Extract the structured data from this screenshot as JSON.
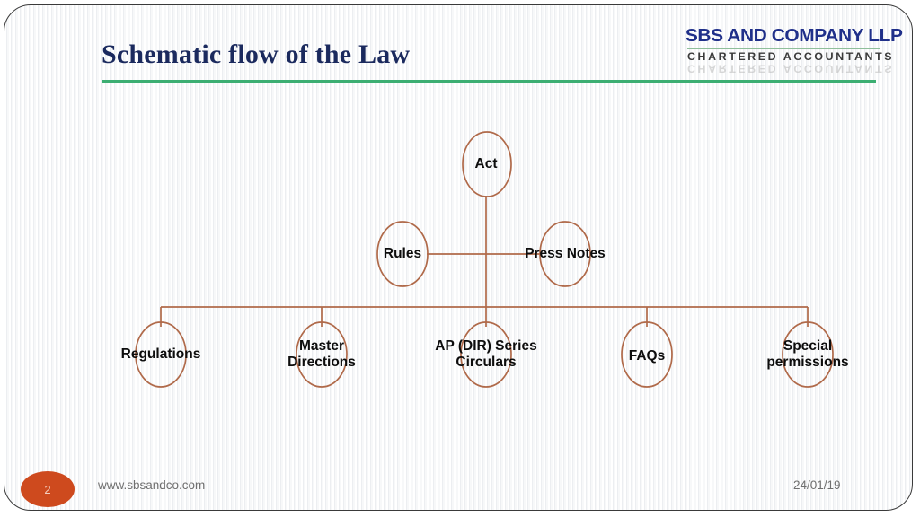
{
  "slide": {
    "title": "Schematic flow of the Law",
    "accent_green": "#3cae72",
    "connector_color": "#b06a4a",
    "title_color": "#1b2a5e",
    "badge_color": "#ce4a1e"
  },
  "logo": {
    "main": "SBS AND COMPANY LLP",
    "sub": "CHARTERED ACCOUNTANTS",
    "reflection": "CHARTERED ACCOUNTANTS"
  },
  "diagram": {
    "type": "hierarchy",
    "nodes": [
      {
        "id": "act",
        "label": "Act",
        "level": 0
      },
      {
        "id": "rules",
        "label": "Rules",
        "level": 1
      },
      {
        "id": "press",
        "label": "Press Notes",
        "level": 1
      },
      {
        "id": "regs",
        "label": "Regulations",
        "level": 2
      },
      {
        "id": "master",
        "label": "Master\nDirections",
        "level": 2
      },
      {
        "id": "apdir",
        "label": "AP (DIR) Series\nCirculars",
        "level": 2
      },
      {
        "id": "faqs",
        "label": "FAQs",
        "level": 2
      },
      {
        "id": "special",
        "label": "Special\npermissions",
        "level": 2
      }
    ]
  },
  "footer": {
    "page_number": "2",
    "url": "www.sbsandco.com",
    "date": "24/01/19"
  }
}
